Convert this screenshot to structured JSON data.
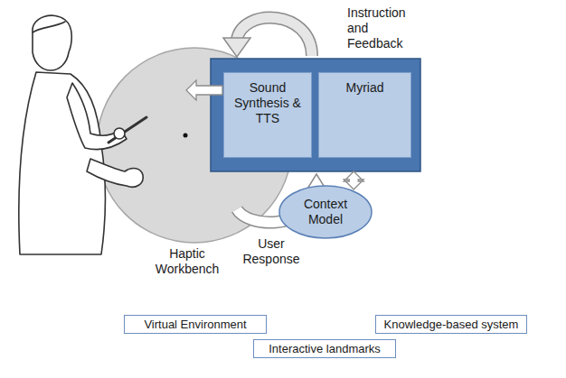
{
  "diagram": {
    "nodes": [
      {
        "text": [
          "Haptic Workbench"
        ]
      },
      {
        "text": [
          "Sound Synthesis & TTS"
        ]
      },
      {
        "text": [
          "Myriad"
        ]
      },
      {
        "text": [
          "Context Model"
        ]
      },
      {
        "text": [
          "Virtual Environment"
        ]
      },
      {
        "text": [
          "Knowledge-based system"
        ]
      },
      {
        "text": [
          "Interactive landmarks"
        ]
      }
    ],
    "edges": [
      {
        "from": 1,
        "to": 0,
        "arrow": "to"
      },
      {
        "from": 2,
        "to": 3,
        "arrow": "both"
      }
    ],
    "labels": [
      "Instruction and Feedback",
      "User Response"
    ]
  }
}
